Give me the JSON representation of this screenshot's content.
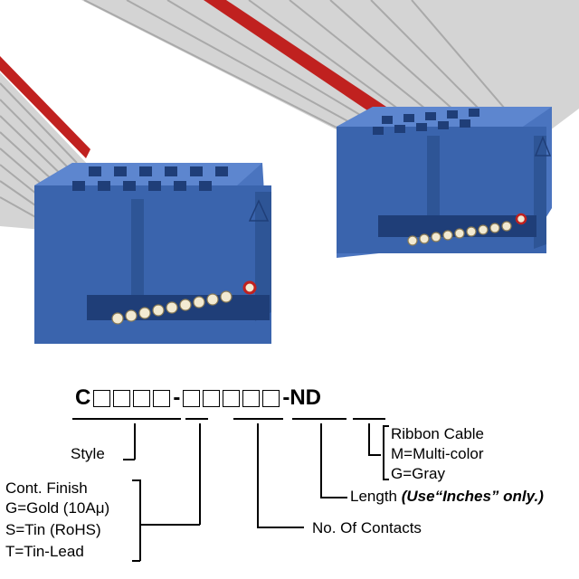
{
  "part_number": {
    "prefix": "C",
    "dash1": "-",
    "suffix": "-ND"
  },
  "labels": {
    "style": "Style",
    "finish_title": "Cont. Finish",
    "finish_gold": "G=Gold (10Aμ)",
    "finish_tin": "S=Tin (RoHS)",
    "finish_tinlead": "T=Tin-Lead",
    "contacts": "No. Of Contacts",
    "length": "Length",
    "length_note": "(Use“Inches” only.)",
    "ribbon_title": "Ribbon Cable",
    "ribbon_multi": "M=Multi-color",
    "ribbon_gray": "G=Gray"
  },
  "colors": {
    "connector_blue": "#3a64ad",
    "cable_gray": "#c8c8c8",
    "stripe_red": "#c0211f"
  }
}
